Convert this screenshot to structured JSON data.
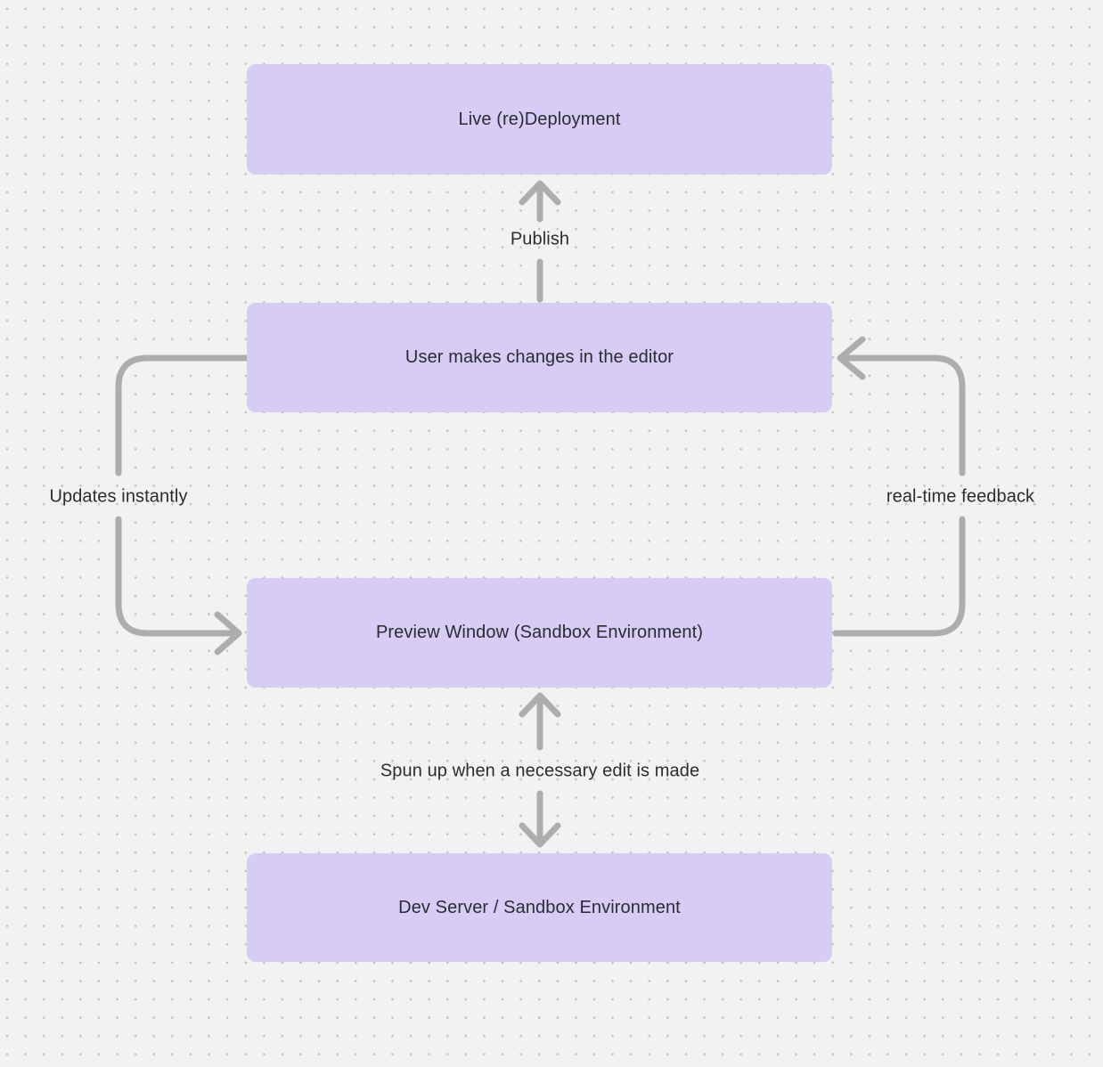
{
  "diagram": {
    "nodes": [
      {
        "id": "live-redeployment",
        "label": "Live (re)Deployment"
      },
      {
        "id": "user-changes",
        "label": "User makes changes in the editor"
      },
      {
        "id": "preview-window",
        "label": "Preview Window (Sandbox Environment)"
      },
      {
        "id": "dev-server",
        "label": "Dev Server / Sandbox Environment"
      }
    ],
    "edges": [
      {
        "id": "publish",
        "label": "Publish",
        "from": "user-changes",
        "to": "live-redeployment",
        "direction": "up"
      },
      {
        "id": "updates-instantly",
        "label": "Updates instantly",
        "from": "user-changes",
        "to": "preview-window",
        "direction": "down-left-side"
      },
      {
        "id": "real-time-feedback",
        "label": "real-time feedback",
        "from": "preview-window",
        "to": "user-changes",
        "direction": "up-right-side"
      },
      {
        "id": "spun-up",
        "label": "Spun up when a necessary edit is made",
        "from": "preview-window",
        "to": "dev-server",
        "direction": "both"
      }
    ],
    "colors": {
      "background": "#f2f2f1",
      "grid_dot": "#c3c3c3",
      "node_fill": "#d6ccf6",
      "arrow": "#adadad",
      "node_text": "#2b2b31",
      "label_text": "#2c2c2e"
    }
  }
}
